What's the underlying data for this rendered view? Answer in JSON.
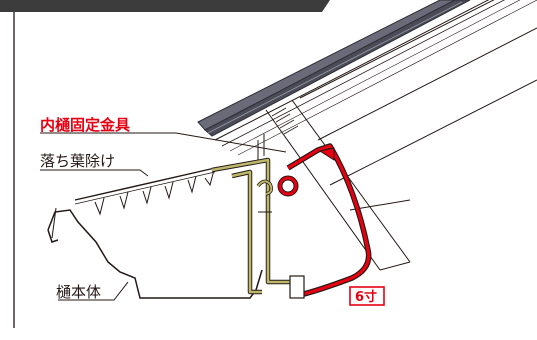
{
  "labels": {
    "fixture": "内樋固定金具",
    "leaf_guard": "落ち葉除け",
    "gutter_body": "樋本体",
    "pitch": "6寸"
  },
  "colors": {
    "accent_red": "#e60012",
    "bracket_olive": "#bdb76b",
    "line_dark": "#231815",
    "roof_gray": "#5a5a66"
  }
}
